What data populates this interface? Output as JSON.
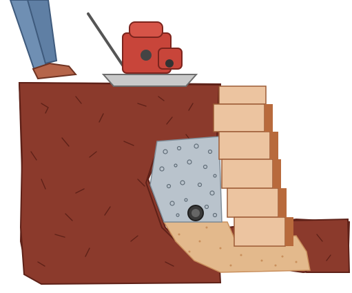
{
  "scene": {
    "subject": "retaining-wall-compaction-illustration",
    "colors": {
      "background": "#ffffff",
      "soil": "#8b3a2c",
      "soil_dark": "#5e2118",
      "soil_light": "#a8503b",
      "gravel": "#b9c3cc",
      "gravel_dark": "#7e8b96",
      "sand": "#e3b98c",
      "sand_dark": "#c98f5c",
      "block": "#ecc4a0",
      "block_shadow": "#b86a3c",
      "pipe": "#3a3a3a",
      "machine_red": "#c8453a",
      "machine_plate": "#c9c9c9",
      "jeans": "#6f8fb3",
      "shoe": "#b5654a"
    },
    "icons": [
      "soil-cross-section",
      "gravel-backfill",
      "drain-pipe",
      "wall-block",
      "plate-compactor",
      "worker-legs"
    ]
  }
}
